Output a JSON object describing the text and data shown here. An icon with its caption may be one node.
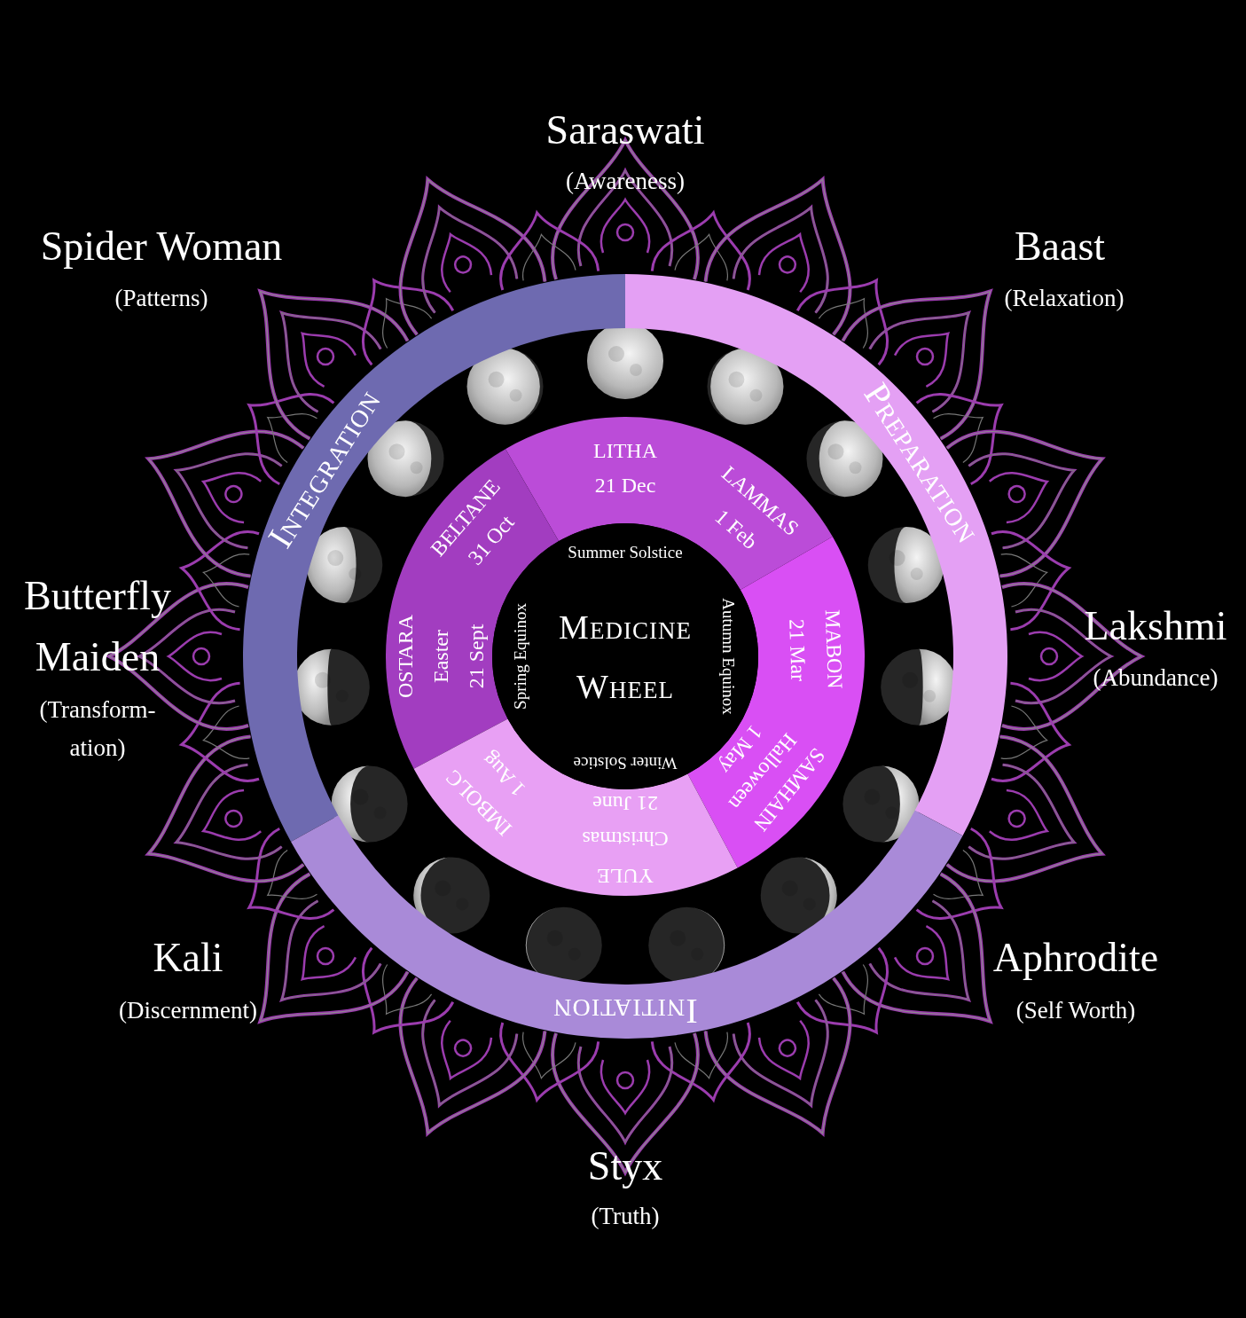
{
  "diagram": {
    "nodes": [
      {
        "text": [
          "Integration"
        ]
      },
      {
        "text": [
          "Preparation"
        ]
      },
      {
        "text": [
          "Initiation"
        ]
      },
      {
        "text": [
          "LITHA",
          "21 Dec",
          "LAMMAS",
          "1 Feb"
        ]
      },
      {
        "text": [
          "BELTANE",
          "31 Oct",
          "OSTARA",
          "Easter",
          "21 Sept"
        ]
      },
      {
        "text": [
          "MABON",
          "21 Mar",
          "SAMHAIN",
          "Halloween",
          "1 May"
        ]
      },
      {
        "text": [
          "YULE",
          "Christmas",
          "21 June",
          "IMBOLC",
          "1 Aug"
        ]
      },
      {
        "text": [
          "Medicine Wheel",
          "Summer Solstice",
          "Autumn Equinox",
          "Winter Solstice",
          "Spring Equinox"
        ]
      }
    ],
    "labels": [
      "Saraswati",
      "(Awareness)",
      "Spider Woman",
      "(Patterns)",
      "Baast",
      "(Relaxation)",
      "Butterfly Maiden",
      "(Transform- ation)",
      "Lakshmi",
      "(Abundance)",
      "Kali",
      "(Discernment)",
      "Aphrodite",
      "(Self Worth)",
      "Styx",
      "(Truth)"
    ]
  }
}
